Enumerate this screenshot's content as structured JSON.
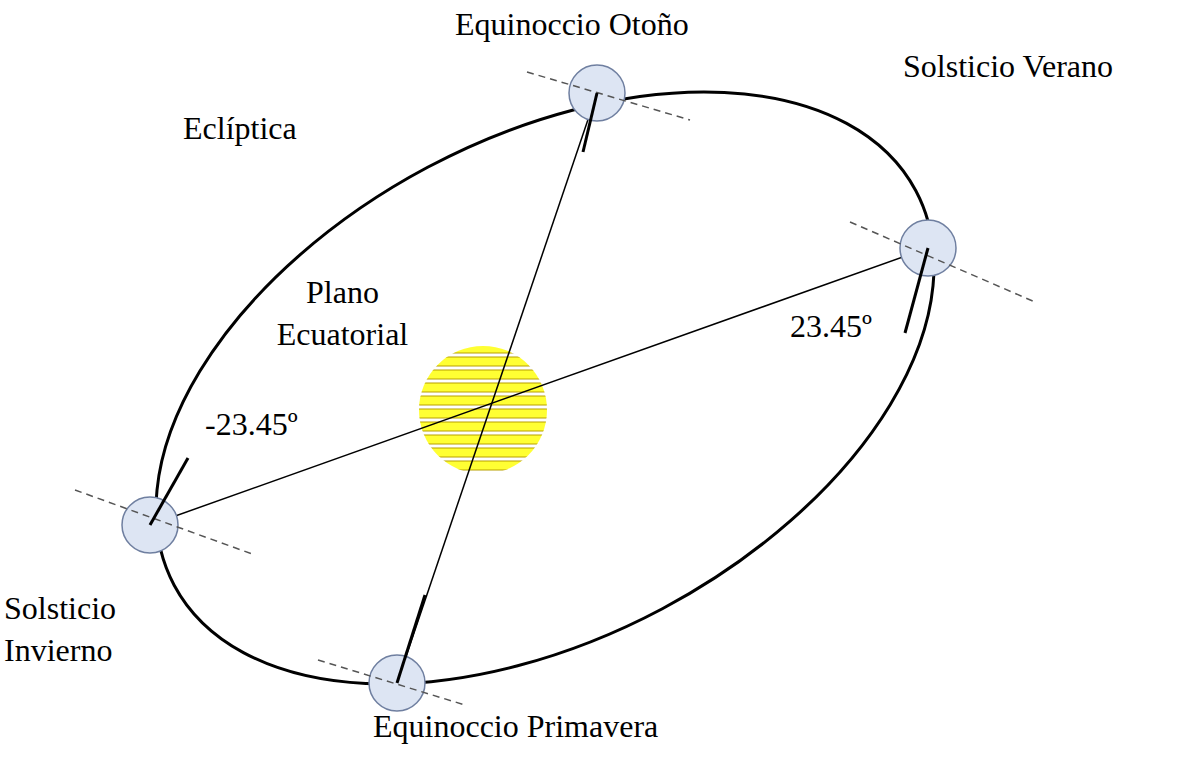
{
  "diagram": {
    "labels": [
      "Equinoccio Otoño",
      "Eclíptica",
      "Solsticio Verano",
      "Plano Ecuatorial",
      "23.45º",
      "-23.45º",
      "Solsticio Invierno",
      "Equinoccio Primavera"
    ]
  }
}
